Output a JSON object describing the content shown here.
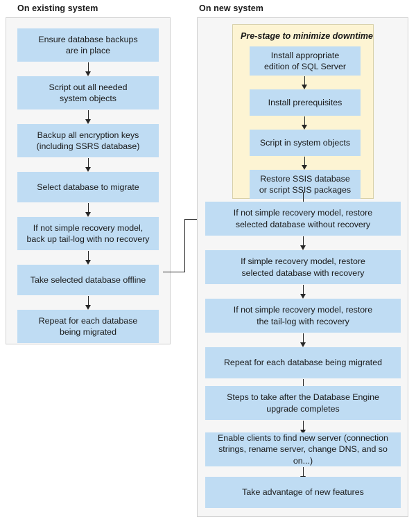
{
  "diagram": {
    "title": "SQL Server migration flowchart",
    "colors": {
      "node_fill": "#bfdcf3",
      "panel_fill": "#f6f6f6",
      "panel_border": "#d2d2d2",
      "prestage_fill": "#fdf4d3",
      "prestage_border": "#d8d0a8",
      "arrow": "#262626",
      "text": "#1a1a1a"
    }
  },
  "columns": {
    "left": {
      "title": "On existing system",
      "nodes": [
        {
          "id": "ensure-backups",
          "lines": [
            "Ensure database backups",
            "are in place"
          ]
        },
        {
          "id": "script-out-objects",
          "lines": [
            "Script out all needed",
            "system objects"
          ]
        },
        {
          "id": "backup-keys",
          "lines": [
            "Backup all encryption keys",
            "(including SSRS database)"
          ]
        },
        {
          "id": "select-database",
          "lines": [
            "Select database to migrate"
          ]
        },
        {
          "id": "backup-tail-log",
          "lines": [
            "If not simple recovery model,",
            "back up tail-log with no recovery"
          ]
        },
        {
          "id": "take-offline",
          "lines": [
            "Take selected database offline"
          ]
        },
        {
          "id": "repeat-each-database",
          "lines": [
            "Repeat for each database",
            "being migrated"
          ]
        }
      ]
    },
    "right": {
      "title": "On new system",
      "prestage": {
        "label": "Pre-stage to minimize downtime",
        "nodes": [
          {
            "id": "install-edition",
            "lines": [
              "Install appropriate",
              "edition of SQL Server"
            ]
          },
          {
            "id": "install-prereqs",
            "lines": [
              "Install prerequisites"
            ]
          },
          {
            "id": "script-in-objects",
            "lines": [
              "Script in system objects"
            ]
          },
          {
            "id": "restore-ssis",
            "lines": [
              "Restore SSIS database",
              "or script SSIS packages"
            ]
          }
        ]
      },
      "nodes": [
        {
          "id": "restore-without-recovery",
          "lines": [
            "If not simple recovery model, restore",
            "selected database without recovery"
          ]
        },
        {
          "id": "restore-with-recovery",
          "lines": [
            "If simple recovery model, restore",
            "selected database with recovery"
          ]
        },
        {
          "id": "restore-tail-log",
          "lines": [
            "If not simple recovery model, restore",
            "the tail-log with recovery"
          ]
        },
        {
          "id": "repeat-each-database",
          "lines": [
            "Repeat for each database being migrated"
          ]
        },
        {
          "id": "post-upgrade-steps",
          "lines": [
            "Steps to take after the Database Engine",
            "upgrade completes"
          ]
        },
        {
          "id": "enable-clients",
          "lines": [
            "Enable clients to find new server (connection",
            "strings, rename server, change DNS, and so on...)"
          ]
        },
        {
          "id": "new-features",
          "lines": [
            "Take advantage of new features"
          ]
        }
      ]
    }
  },
  "connector": {
    "from": "take-offline",
    "to": "restore-without-recovery",
    "label": ""
  }
}
